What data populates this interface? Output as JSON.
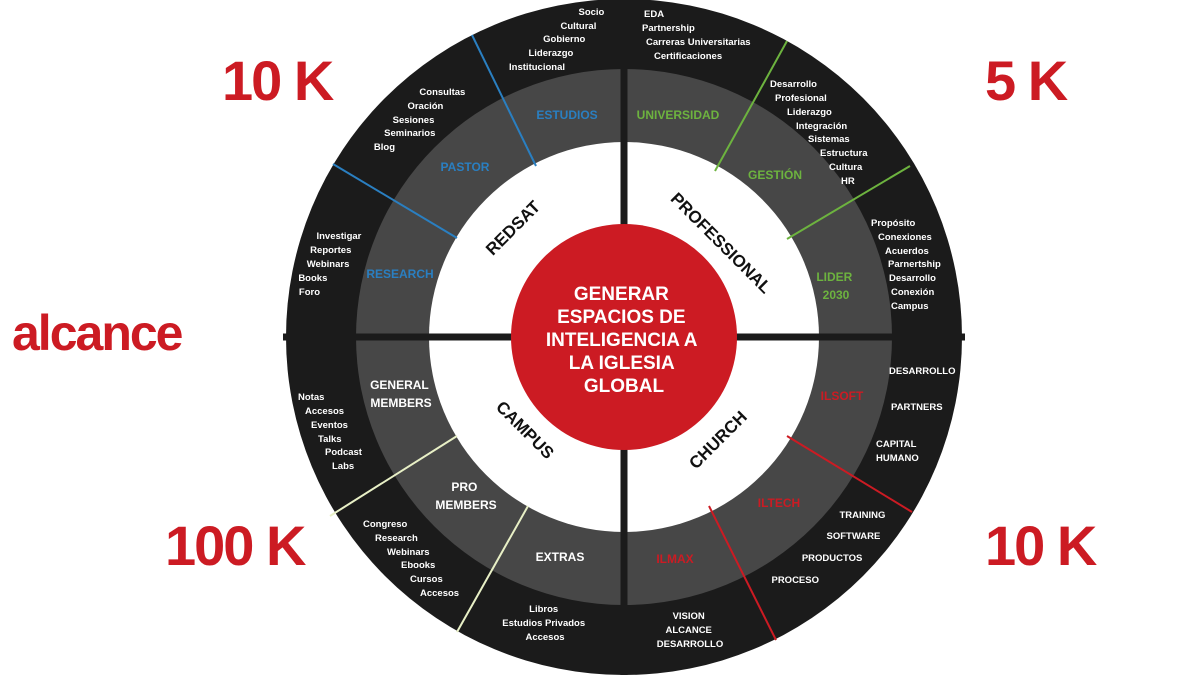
{
  "reach": {
    "top_left": "10 K",
    "top_right": "5 K",
    "bottom_left": "100 K",
    "bottom_right": "10 K",
    "brand": "alcance"
  },
  "colors": {
    "red": "#cc1b23",
    "blue": "#2a7fc1",
    "green": "#6db33f",
    "outer_ring": "#1b1b1b",
    "middle_ring": "#474747"
  },
  "center": {
    "lines": [
      "GENERAR",
      "ESPACIOS DE",
      "INTELIGENCIA A",
      "LA IGLESIA",
      "GLOBAL"
    ]
  },
  "quadrants": {
    "redsat": "REDSAT",
    "professional": "PROFESSIONAL",
    "campus": "CAMPUS",
    "church": "CHURCH"
  },
  "segments": {
    "estudios": {
      "label": "ESTUDIOS",
      "items": [
        "Socio",
        "Cultural",
        "Gobierno",
        "Liderazgo",
        "Institucional"
      ]
    },
    "pastor": {
      "label": "PASTOR",
      "items": [
        "Consultas",
        "Oración",
        "Sesiones",
        "Seminarios",
        "Blog"
      ]
    },
    "research": {
      "label": "RESEARCH",
      "items": [
        "Investigar",
        "Reportes",
        "Webinars",
        "Books",
        "Foro"
      ]
    },
    "universidad": {
      "label": "UNIVERSIDAD",
      "items": [
        "EDA",
        "Partnership",
        "Carreras Universitarias",
        "Certificaciones"
      ]
    },
    "gestion": {
      "label": "GESTIÓN",
      "items": [
        "Desarrollo",
        "Profesional",
        "Liderazgo",
        "Integración",
        "Sistemas",
        "Estructura",
        "Cultura",
        "HR"
      ]
    },
    "lider": {
      "label": [
        "LIDER",
        "2030"
      ],
      "items": [
        "Propósito",
        "Conexiones",
        "Acuerdos",
        "Parnertship",
        "Desarrollo",
        "Conexión",
        "Campus"
      ]
    },
    "general_members": {
      "label": [
        "GENERAL",
        "MEMBERS"
      ],
      "items": [
        "Notas",
        "Accesos",
        "Eventos",
        "Talks",
        "Podcast",
        "Labs"
      ]
    },
    "pro_members": {
      "label": [
        "PRO",
        "MEMBERS"
      ],
      "items": [
        "Congreso",
        "Research",
        "Webinars",
        "Ebooks",
        "Cursos",
        "Accesos"
      ]
    },
    "extras": {
      "label": "EXTRAS",
      "items": [
        "Libros",
        "Estudios Privados",
        "Accesos"
      ]
    },
    "ilsoft": {
      "label": "ILSOFT",
      "items": [
        "DESARROLLO",
        "PARTNERS",
        "CAPITAL",
        "HUMANO"
      ]
    },
    "iltech": {
      "label": "ILTECH",
      "items": [
        "TRAINING",
        "SOFTWARE",
        "PRODUCTOS",
        "PROCESO"
      ]
    },
    "ilmax": {
      "label": "ILMAX",
      "items": [
        "VISION",
        "ALCANCE",
        "DESARROLLO"
      ]
    }
  }
}
